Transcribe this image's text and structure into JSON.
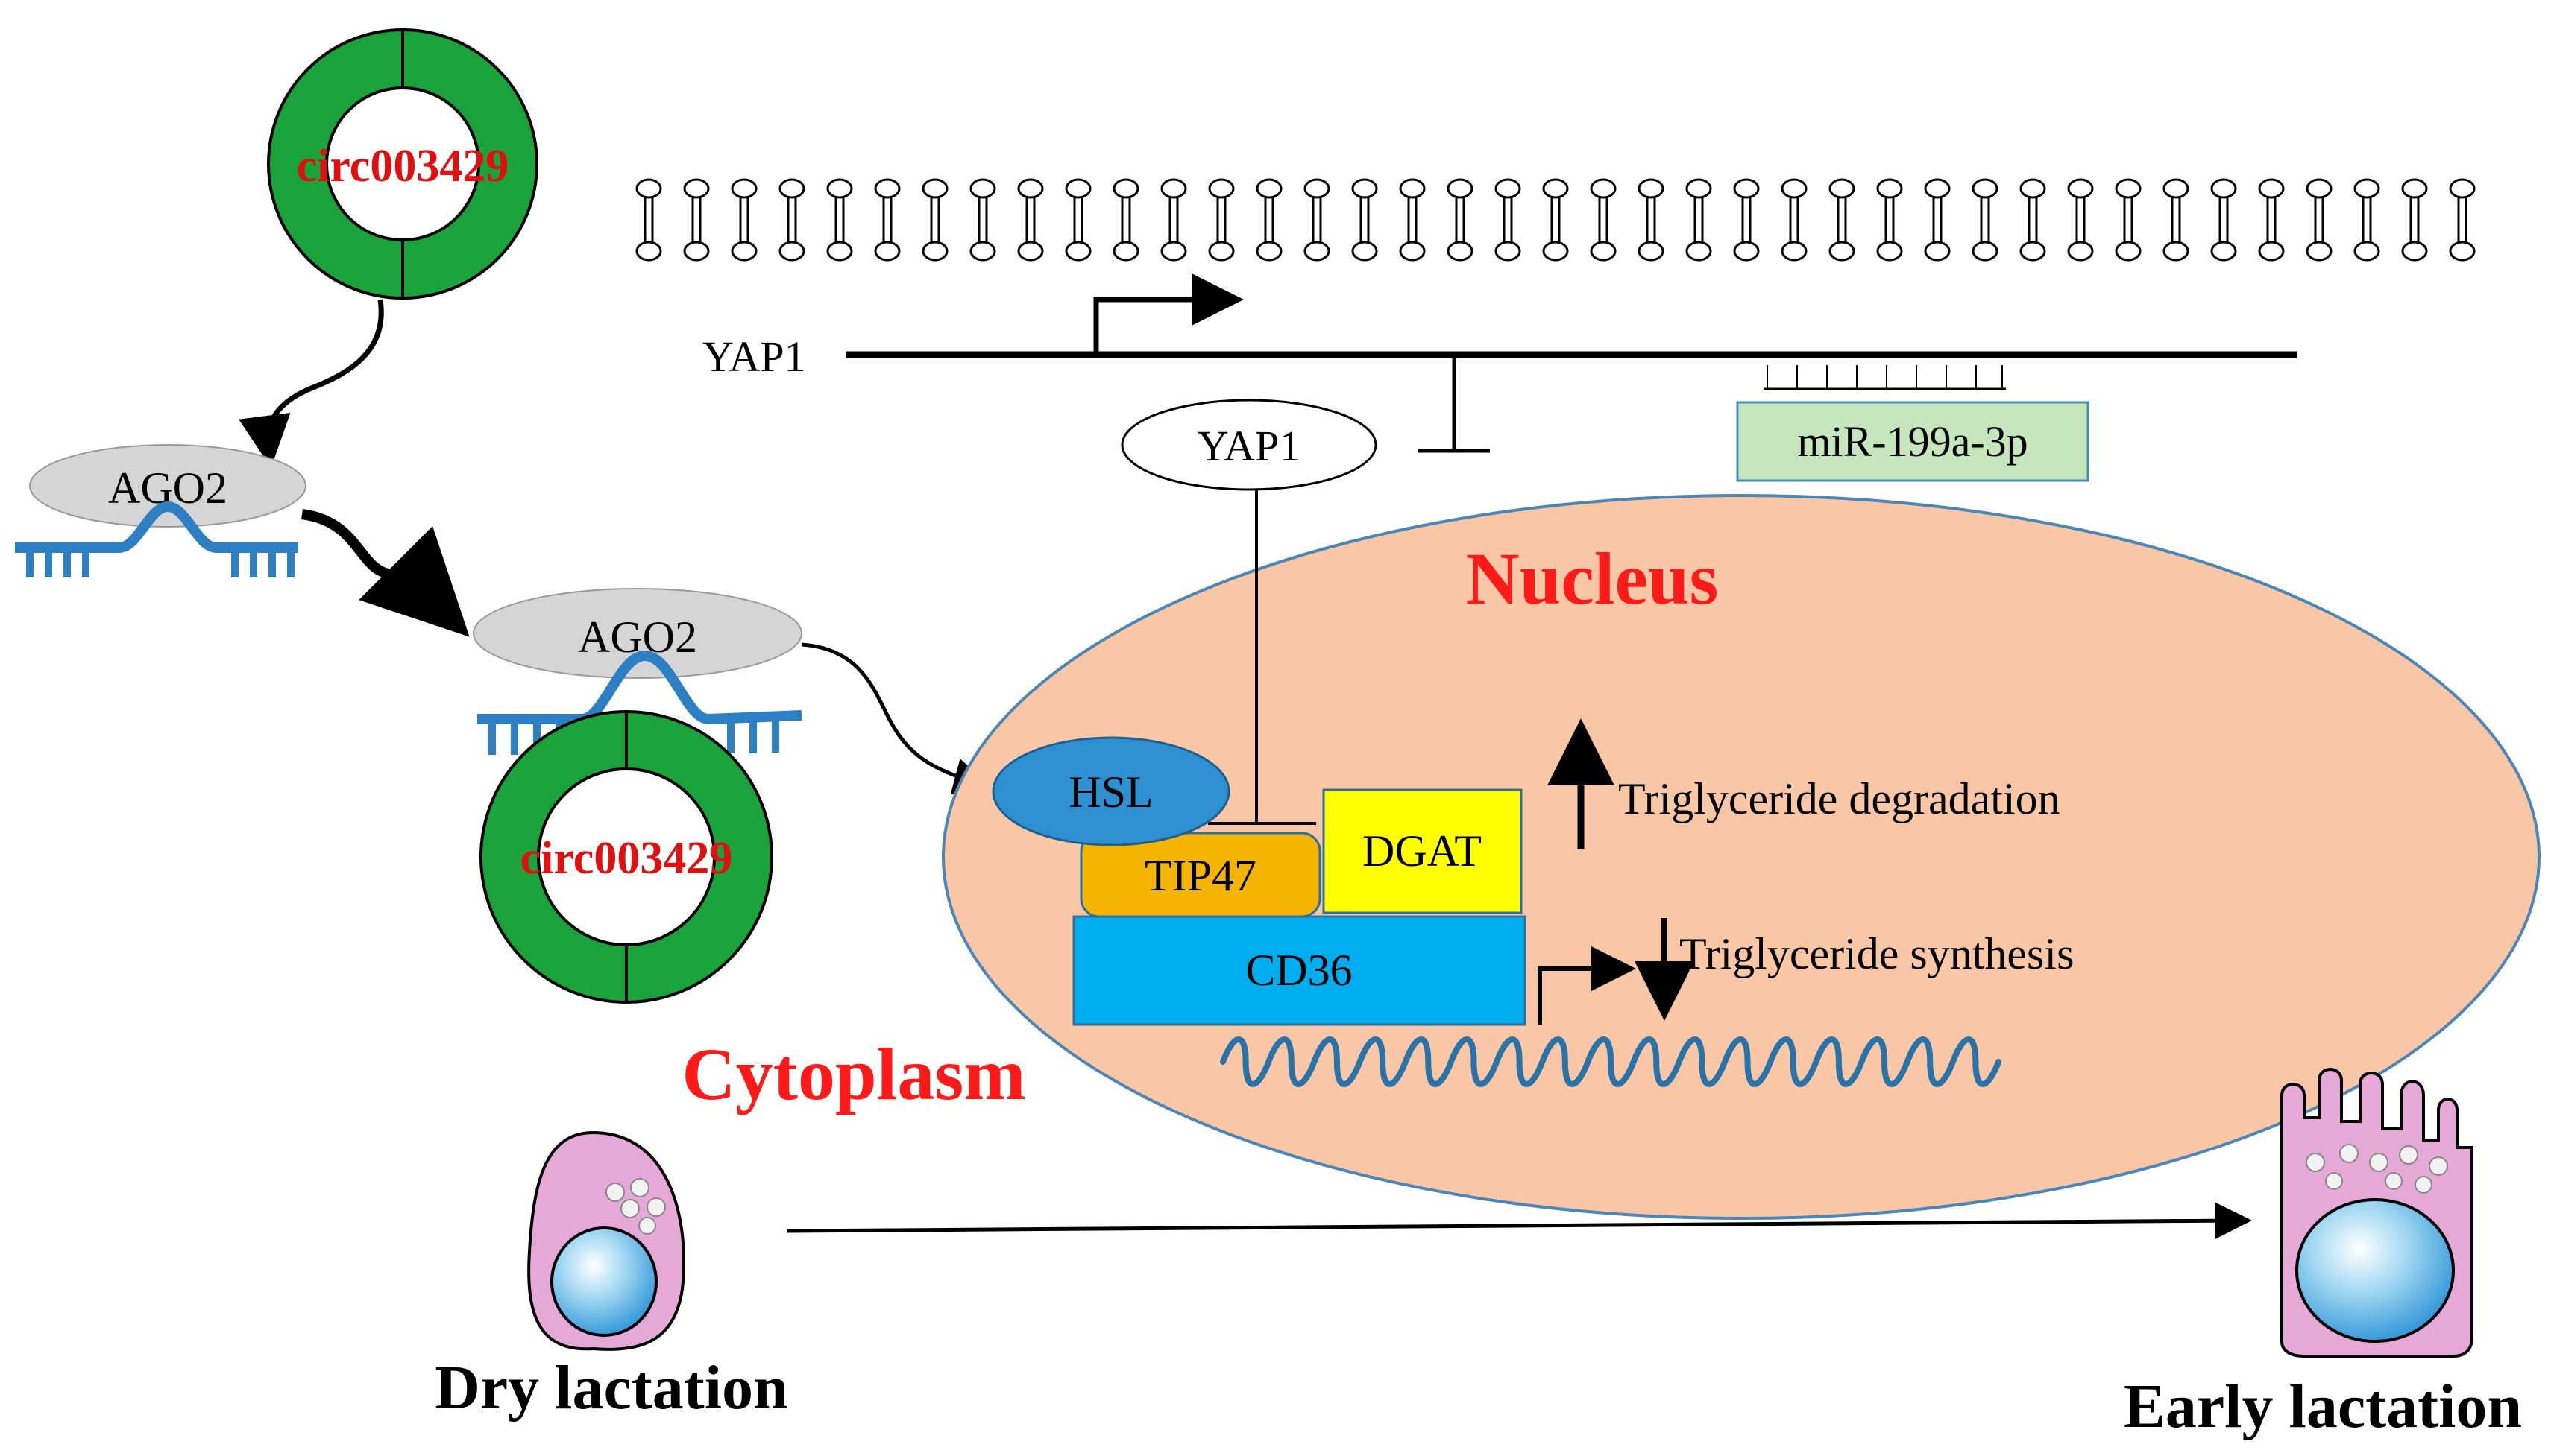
{
  "circ_label": "circ003429",
  "ago2_label": "AGO2",
  "yap1_gene_label": "YAP1",
  "yap1_protein_label": "YAP1",
  "mirna_label": "miR-199a-3p",
  "nucleus_label": "Nucleus",
  "cytoplasm_label": "Cytoplasm",
  "hsl_label": "HSL",
  "tip47_label": "TIP47",
  "dgat_label": "DGAT",
  "cd36_label": "CD36",
  "degradation_label": "Triglyceride degradation",
  "synthesis_label": "Triglyceride synthesis",
  "dry_label": "Dry lactation",
  "early_label": "Early lactation",
  "colors": {
    "circ_green": "#1aa33a",
    "circ_text_red": "#e01010",
    "title_red": "#ff1a1a",
    "ago2_grey": "#d5d5d5",
    "rna_blue": "#2d7fc4",
    "nucleus_fill": "#fac7a6",
    "nucleus_stroke": "#4a86b8",
    "hsl_blue": "#2e90d0",
    "tip47_orange": "#f5b400",
    "dgat_yellow": "#ffff00",
    "cd36_blue": "#00adef",
    "mirna_green": "#c5e5bd",
    "cell_pink": "#e6a8d6"
  }
}
